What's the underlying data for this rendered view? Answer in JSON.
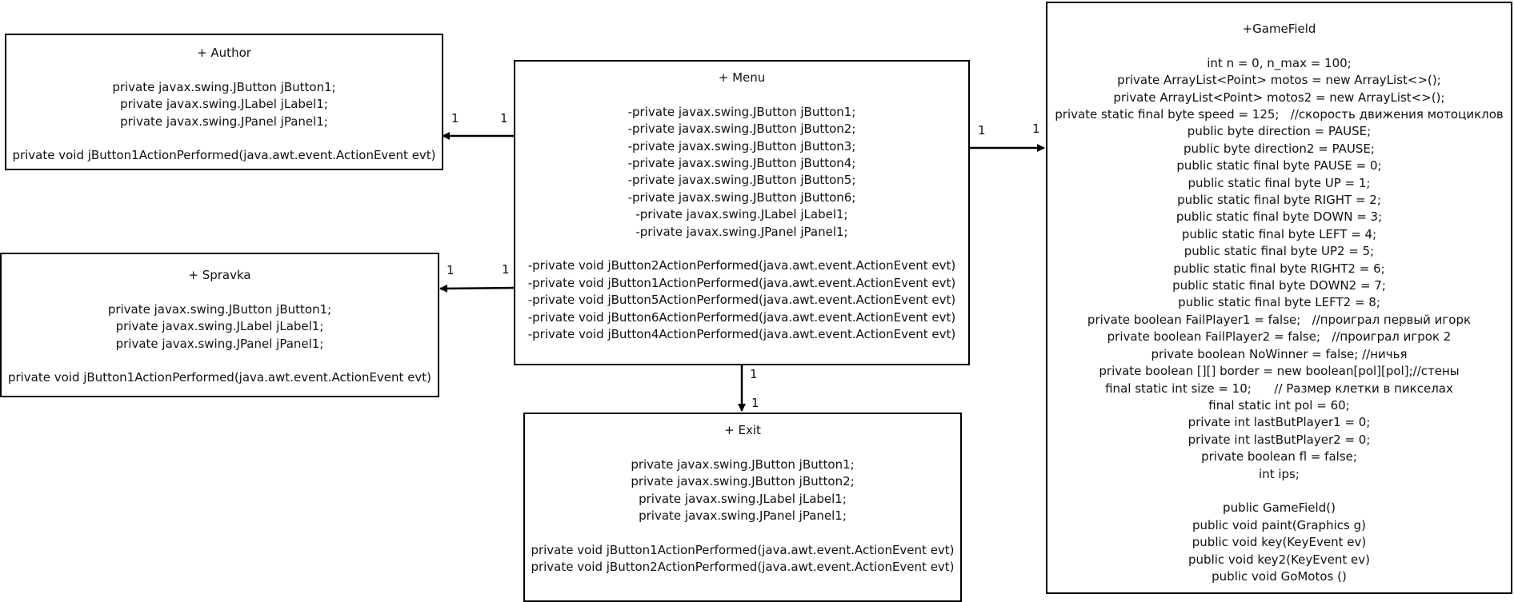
{
  "classes": {
    "author": {
      "title": "+ Author",
      "fields": [
        "private javax.swing.JButton jButton1;",
        "private javax.swing.JLabel jLabel1;",
        "private javax.swing.JPanel jPanel1;"
      ],
      "methods": [
        "private void jButton1ActionPerformed(java.awt.event.ActionEvent evt)"
      ]
    },
    "spravka": {
      "title": "+ Spravka",
      "fields": [
        "private javax.swing.JButton jButton1;",
        "private javax.swing.JLabel jLabel1;",
        "private javax.swing.JPanel jPanel1;"
      ],
      "methods": [
        "private void jButton1ActionPerformed(java.awt.event.ActionEvent evt)"
      ]
    },
    "menu": {
      "title": "+ Menu",
      "fields": [
        "-private javax.swing.JButton jButton1;",
        "-private javax.swing.JButton jButton2;",
        "-private javax.swing.JButton jButton3;",
        "-private javax.swing.JButton jButton4;",
        "-private javax.swing.JButton jButton5;",
        "-private javax.swing.JButton jButton6;",
        "-private javax.swing.JLabel jLabel1;",
        "-private javax.swing.JPanel jPanel1;"
      ],
      "methods": [
        "-private void jButton2ActionPerformed(java.awt.event.ActionEvent evt)",
        "-private void jButton1ActionPerformed(java.awt.event.ActionEvent evt)",
        "-private void jButton5ActionPerformed(java.awt.event.ActionEvent evt)",
        "-private void jButton6ActionPerformed(java.awt.event.ActionEvent evt)",
        "-private void jButton4ActionPerformed(java.awt.event.ActionEvent evt)"
      ]
    },
    "exit": {
      "title": "+ Exit",
      "fields": [
        "private javax.swing.JButton jButton1;",
        "private javax.swing.JButton jButton2;",
        "private javax.swing.JLabel jLabel1;",
        "private javax.swing.JPanel jPanel1;"
      ],
      "methods": [
        "private void jButton1ActionPerformed(java.awt.event.ActionEvent evt)",
        "private void jButton2ActionPerformed(java.awt.event.ActionEvent evt)"
      ]
    },
    "gamefield": {
      "title": "+GameField",
      "fields": [
        "int n = 0, n_max = 100;",
        "private ArrayList<Point> motos = new ArrayList<>();",
        "private ArrayList<Point> motos2 = new ArrayList<>();",
        "private static final byte speed = 125;   //скорость движения мотоциклов",
        "public byte direction = PAUSE;",
        "public byte direction2 = PAUSE;",
        "public static final byte PAUSE = 0;",
        "public static final byte UP = 1;",
        "public static final byte RIGHT = 2;",
        "public static final byte DOWN = 3;",
        "public static final byte LEFT = 4;",
        "public static final byte UP2 = 5;",
        "public static final byte RIGHT2 = 6;",
        "public static final byte DOWN2 = 7;",
        "public static final byte LEFT2 = 8;",
        "private boolean FailPlayer1 = false;   //проиграл первый игорк",
        "private boolean FailPlayer2 = false;   //проиграл игрок 2",
        "private boolean NoWinner = false; //ничья",
        "private boolean [][] border = new boolean[pol][pol];//стены",
        "final static int size = 10;      // Размер клетки в пикселах",
        "final static int pol = 60;",
        "private int lastButPlayer1 = 0;",
        "private int lastButPlayer2 = 0;",
        "private boolean fl = false;",
        "int ips;"
      ],
      "methods": [
        "public GameField()",
        "public void paint(Graphics g)",
        "public void key(KeyEvent ev)",
        "public void key2(KeyEvent ev)",
        "public void GoMotos ()"
      ]
    }
  },
  "associations": [
    {
      "from": "Menu",
      "to": "Author",
      "source_multiplicity": "1",
      "target_multiplicity": "1"
    },
    {
      "from": "Menu",
      "to": "Spravka",
      "source_multiplicity": "1",
      "target_multiplicity": "1"
    },
    {
      "from": "Menu",
      "to": "Exit",
      "source_multiplicity": "1",
      "target_multiplicity": "1"
    },
    {
      "from": "Menu",
      "to": "GameField",
      "source_multiplicity": "1",
      "target_multiplicity": "1"
    }
  ]
}
